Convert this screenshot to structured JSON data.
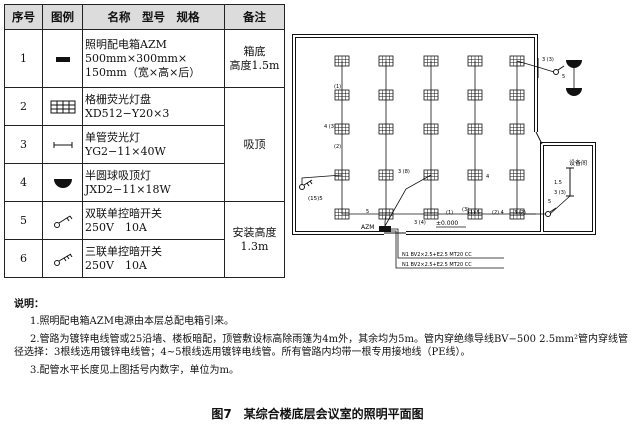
{
  "legend": {
    "headers": [
      "序号",
      "图例",
      "名称　型号　规格",
      "备注"
    ],
    "rows": [
      {
        "no": "1",
        "icon": "distribution-box-icon",
        "name": "照明配电箱AZM\n500mm×300mm×\n150mm（宽×高×后）",
        "remark": "箱底\n高度1.5m"
      },
      {
        "no": "2",
        "icon": "grid-fluorescent-panel-icon",
        "name": "格栅荧光灯盘\nXD512−Y20×3",
        "remark": ""
      },
      {
        "no": "3",
        "icon": "single-tube-fluorescent-icon",
        "name": "单管荧光灯\nYG2−11×40W",
        "remark": "吸顶"
      },
      {
        "no": "4",
        "icon": "hemisphere-ceiling-light-icon",
        "name": "半圆球吸顶灯\nJXD2−11×18W",
        "remark": ""
      },
      {
        "no": "5",
        "icon": "double-switch-icon",
        "name": "双联单控暗开关\n250V　10A",
        "remark": "安装高度\n1.3m"
      },
      {
        "no": "6",
        "icon": "triple-switch-icon",
        "name": "三联单控暗开关\n250V　10A",
        "remark": ""
      }
    ]
  },
  "plan": {
    "panel_label": "AZM",
    "elevation": "±0.000",
    "equipment_room": "设备间",
    "incoming_ratio": "(15)5",
    "feeders": [
      "N1  BV2×2.5+E2.5  MT20  CC",
      "N1  BV2×2.5+E2.5  MT20  CC"
    ],
    "run_labels": [
      "3 (3)",
      "4 (3)",
      "3 (8)",
      "5",
      "(3)",
      "4",
      "3 (4)",
      "(1)",
      "(1) 5",
      "(2) 4",
      "3 (2)",
      "(1)",
      "(2)",
      "3 (3)",
      "5",
      "5",
      "1.5"
    ]
  },
  "notes": {
    "heading": "说明：",
    "items": [
      "1.照明配电箱AZM电源由本层总配电箱引来。",
      "2.管路为镀锌电线管或25沿墙、楼板暗配，顶管敷设标高除雨篷为4m外，其余均为5m。管内穿绝缘导线BV−500 2.5mm²管内穿线管径选择：3根线选用镀锌电线管；4~5根线选用镀锌电线管。所有管路内均带一根专用接地线（PE线）。",
      "3.配管水平长度见上图括号内数字，单位为m。"
    ]
  },
  "caption": "图7　某综合楼底层会议室的照明平面图"
}
